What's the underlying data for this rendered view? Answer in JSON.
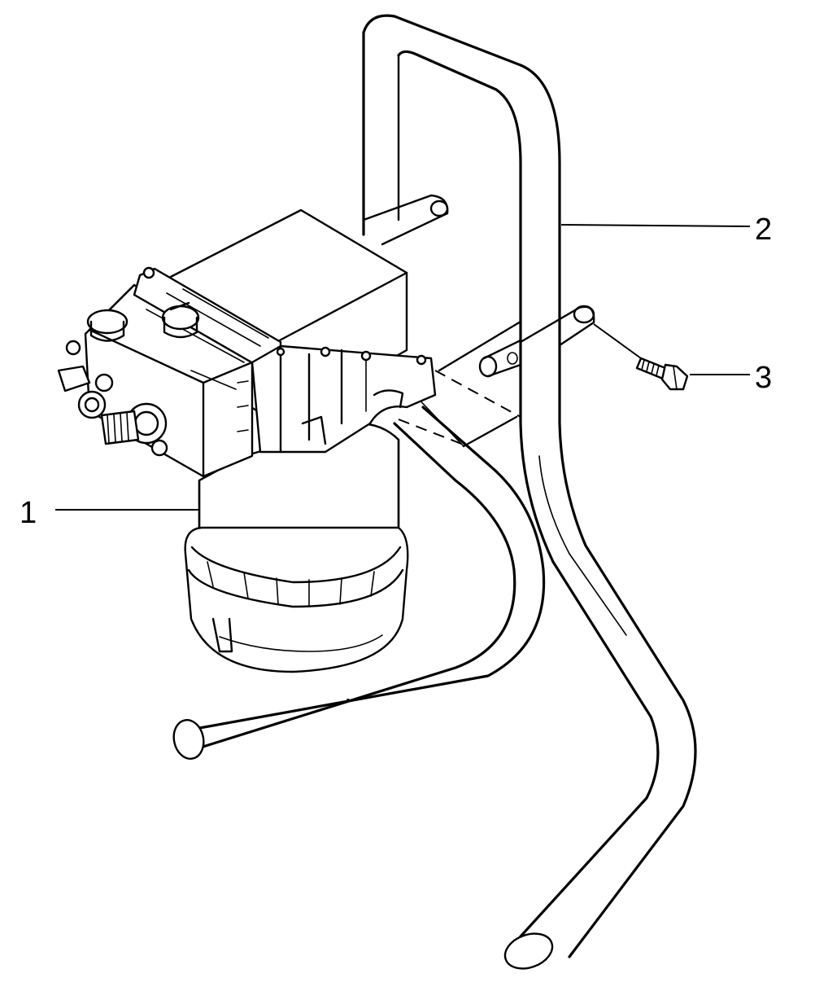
{
  "callouts": {
    "part_1": "1",
    "part_2": "2",
    "part_3": "3"
  },
  "colors": {
    "ink": "#000000",
    "paper": "#ffffff"
  }
}
